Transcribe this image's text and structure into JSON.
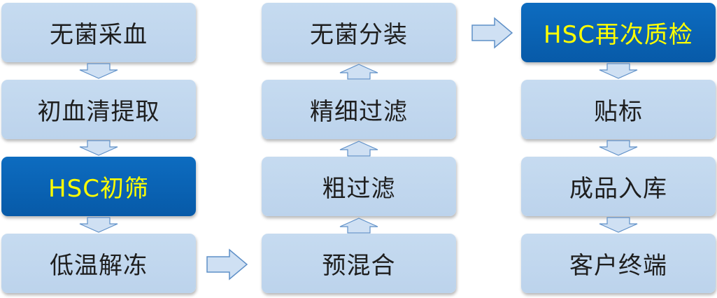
{
  "columns": [
    {
      "steps": [
        {
          "label": "无菌采血",
          "highlight": false
        },
        {
          "label": "初血清提取",
          "highlight": false
        },
        {
          "label": "HSC初筛",
          "highlight": true
        },
        {
          "label": "低温解冻",
          "highlight": false
        }
      ],
      "flow": "down"
    },
    {
      "steps": [
        {
          "label": "无菌分装",
          "highlight": false
        },
        {
          "label": "精细过滤",
          "highlight": false
        },
        {
          "label": "粗过滤",
          "highlight": false
        },
        {
          "label": "预混合",
          "highlight": false
        }
      ],
      "flow": "up"
    },
    {
      "steps": [
        {
          "label": "HSC再次质检",
          "highlight": true
        },
        {
          "label": "贴标",
          "highlight": false
        },
        {
          "label": "成品入库",
          "highlight": false
        },
        {
          "label": "客户终端",
          "highlight": false
        }
      ],
      "flow": "down"
    }
  ],
  "colors": {
    "box_fill": "#c3d8ef",
    "highlight_fill": "#0a63b5",
    "highlight_text": "#ffff00",
    "arrow_fill": "#cfe0f3",
    "arrow_stroke": "#5f90c8"
  }
}
